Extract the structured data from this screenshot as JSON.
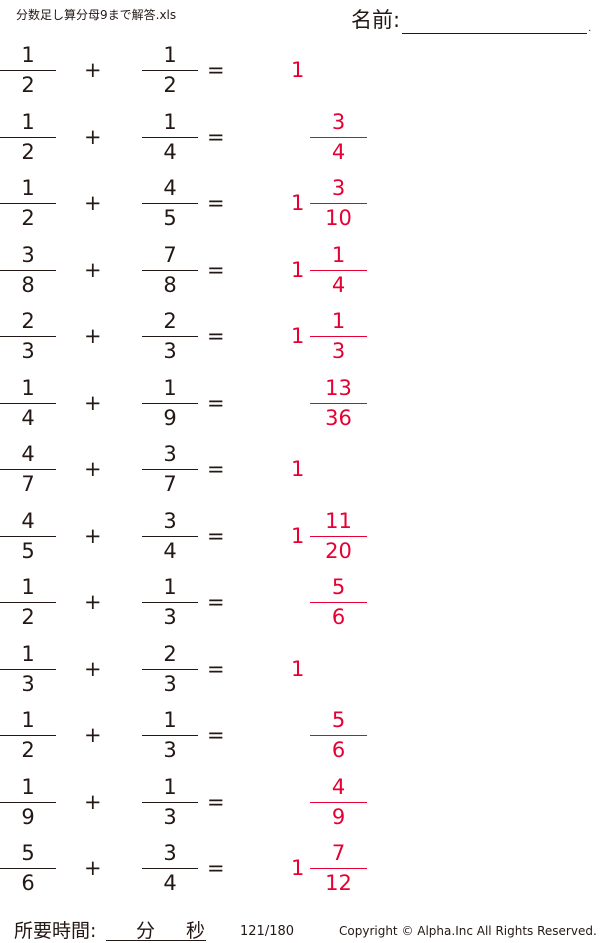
{
  "header": {
    "filename": "分数足し算分母9まで解答.xls",
    "name_label": "名前:",
    "name_dot": "."
  },
  "problems": [
    {
      "a": {
        "num": "1",
        "den": "2"
      },
      "op": "+",
      "b": {
        "num": "1",
        "den": "2"
      },
      "eq": "=",
      "answer": {
        "whole": "1",
        "num": "",
        "den": ""
      }
    },
    {
      "a": {
        "num": "1",
        "den": "2"
      },
      "op": "+",
      "b": {
        "num": "1",
        "den": "4"
      },
      "eq": "=",
      "answer": {
        "whole": "",
        "num": "3",
        "den": "4"
      }
    },
    {
      "a": {
        "num": "1",
        "den": "2"
      },
      "op": "+",
      "b": {
        "num": "4",
        "den": "5"
      },
      "eq": "=",
      "answer": {
        "whole": "1",
        "num": "3",
        "den": "10"
      }
    },
    {
      "a": {
        "num": "3",
        "den": "8"
      },
      "op": "+",
      "b": {
        "num": "7",
        "den": "8"
      },
      "eq": "=",
      "answer": {
        "whole": "1",
        "num": "1",
        "den": "4"
      }
    },
    {
      "a": {
        "num": "2",
        "den": "3"
      },
      "op": "+",
      "b": {
        "num": "2",
        "den": "3"
      },
      "eq": "=",
      "answer": {
        "whole": "1",
        "num": "1",
        "den": "3"
      }
    },
    {
      "a": {
        "num": "1",
        "den": "4"
      },
      "op": "+",
      "b": {
        "num": "1",
        "den": "9"
      },
      "eq": "=",
      "answer": {
        "whole": "",
        "num": "13",
        "den": "36"
      }
    },
    {
      "a": {
        "num": "4",
        "den": "7"
      },
      "op": "+",
      "b": {
        "num": "3",
        "den": "7"
      },
      "eq": "=",
      "answer": {
        "whole": "1",
        "num": "",
        "den": ""
      }
    },
    {
      "a": {
        "num": "4",
        "den": "5"
      },
      "op": "+",
      "b": {
        "num": "3",
        "den": "4"
      },
      "eq": "=",
      "answer": {
        "whole": "1",
        "num": "11",
        "den": "20"
      }
    },
    {
      "a": {
        "num": "1",
        "den": "2"
      },
      "op": "+",
      "b": {
        "num": "1",
        "den": "3"
      },
      "eq": "=",
      "answer": {
        "whole": "",
        "num": "5",
        "den": "6"
      }
    },
    {
      "a": {
        "num": "1",
        "den": "3"
      },
      "op": "+",
      "b": {
        "num": "2",
        "den": "3"
      },
      "eq": "=",
      "answer": {
        "whole": "1",
        "num": "",
        "den": ""
      }
    },
    {
      "a": {
        "num": "1",
        "den": "2"
      },
      "op": "+",
      "b": {
        "num": "1",
        "den": "3"
      },
      "eq": "=",
      "answer": {
        "whole": "",
        "num": "5",
        "den": "6"
      }
    },
    {
      "a": {
        "num": "1",
        "den": "9"
      },
      "op": "+",
      "b": {
        "num": "1",
        "den": "3"
      },
      "eq": "=",
      "answer": {
        "whole": "",
        "num": "4",
        "den": "9"
      }
    },
    {
      "a": {
        "num": "5",
        "den": "6"
      },
      "op": "+",
      "b": {
        "num": "3",
        "den": "4"
      },
      "eq": "=",
      "answer": {
        "whole": "1",
        "num": "7",
        "den": "12"
      }
    }
  ],
  "footer": {
    "time_label": "所要時間:",
    "minutes_label": "分",
    "seconds_label": "秒",
    "page_number": "121/180",
    "copyright": "Copyright ©  Alpha.Inc All Rights Reserved."
  },
  "colors": {
    "text": "#231815",
    "answer": "#e60033"
  }
}
